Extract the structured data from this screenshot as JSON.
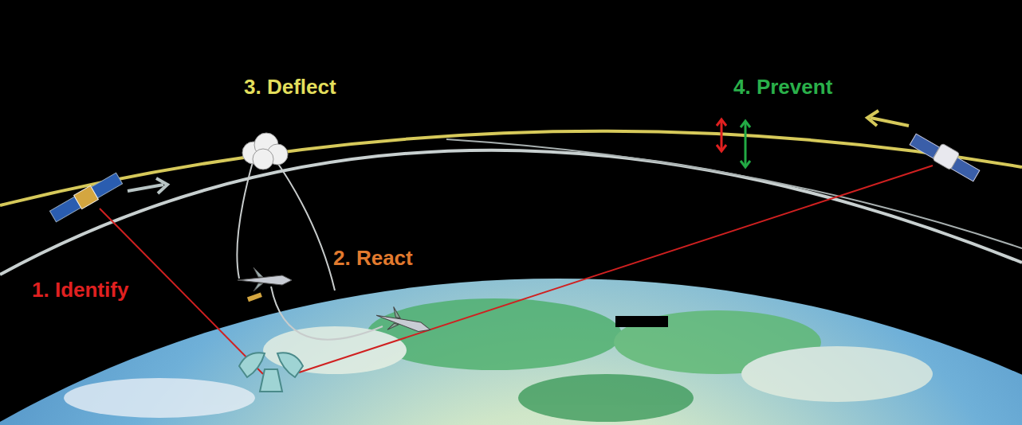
{
  "diagram": {
    "labels": [
      "3. Deflect",
      "4. Prevent",
      "2. React",
      "1. Identify"
    ]
  }
}
